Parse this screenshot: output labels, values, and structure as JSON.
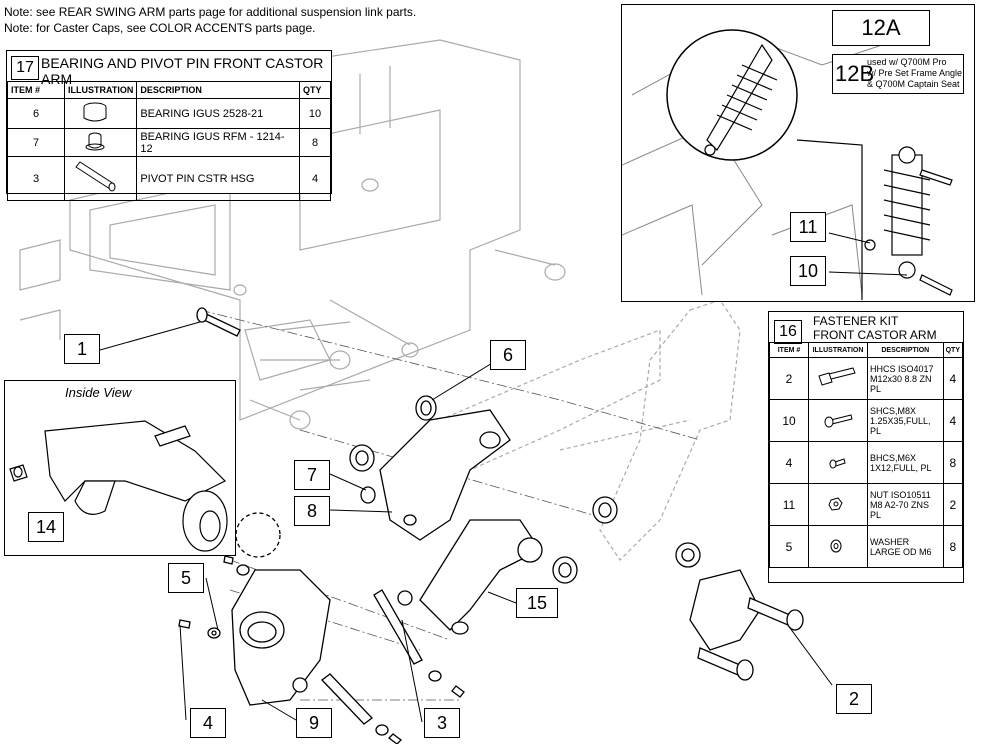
{
  "notes": [
    "Note: see REAR SWING ARM parts page for additional suspension link parts.",
    "Note: for Caster Caps, see COLOR ACCENTS parts page."
  ],
  "table17": {
    "number": "17",
    "title": "BEARING AND PIVOT PIN FRONT CASTOR ARM",
    "headers": [
      "ITEM #",
      "ILLUSTRATION",
      "DESCRIPTION",
      "QTY"
    ],
    "rows": [
      {
        "item": "6",
        "description": "BEARING IGUS 2528-21",
        "qty": "10"
      },
      {
        "item": "7",
        "description": "BEARING IGUS RFM - 1214-12",
        "qty": "8"
      },
      {
        "item": "3",
        "description": "PIVOT PIN CSTR HSG",
        "qty": "4"
      }
    ]
  },
  "table16": {
    "number": "16",
    "title_line1": "FASTENER KIT",
    "title_line2": "FRONT CASTOR ARM",
    "headers": [
      "ITEM #",
      "ILLUSTRATION",
      "DESCRIPTION",
      "QTY"
    ],
    "rows": [
      {
        "item": "2",
        "description": "HHCS ISO4017 M12x30 8.8 ZN PL",
        "qty": "4"
      },
      {
        "item": "10",
        "description": "SHCS,M8X 1.25X35,FULL, PL",
        "qty": "4"
      },
      {
        "item": "4",
        "description": "BHCS,M6X 1X12,FULL, PL",
        "qty": "8"
      },
      {
        "item": "11",
        "description": "NUT ISO10511 M8 A2-70 ZNS PL",
        "qty": "2"
      },
      {
        "item": "5",
        "description": "WASHER LARGE OD M6",
        "qty": "8"
      }
    ]
  },
  "inset": {
    "label_12a": "12A",
    "label_12b": "12B",
    "note_12b": [
      "used w/ Q700M Pro",
      "w/ Pre Set Frame Angle",
      "& Q700M Captain Seat"
    ],
    "callout_11": "11",
    "callout_10": "10"
  },
  "inside_view": {
    "title": "Inside View",
    "callout_14": "14"
  },
  "callouts": {
    "c1": "1",
    "c2": "2",
    "c3": "3",
    "c4": "4",
    "c5": "5",
    "c6": "6",
    "c7": "7",
    "c8": "8",
    "c9": "9",
    "c15": "15"
  }
}
